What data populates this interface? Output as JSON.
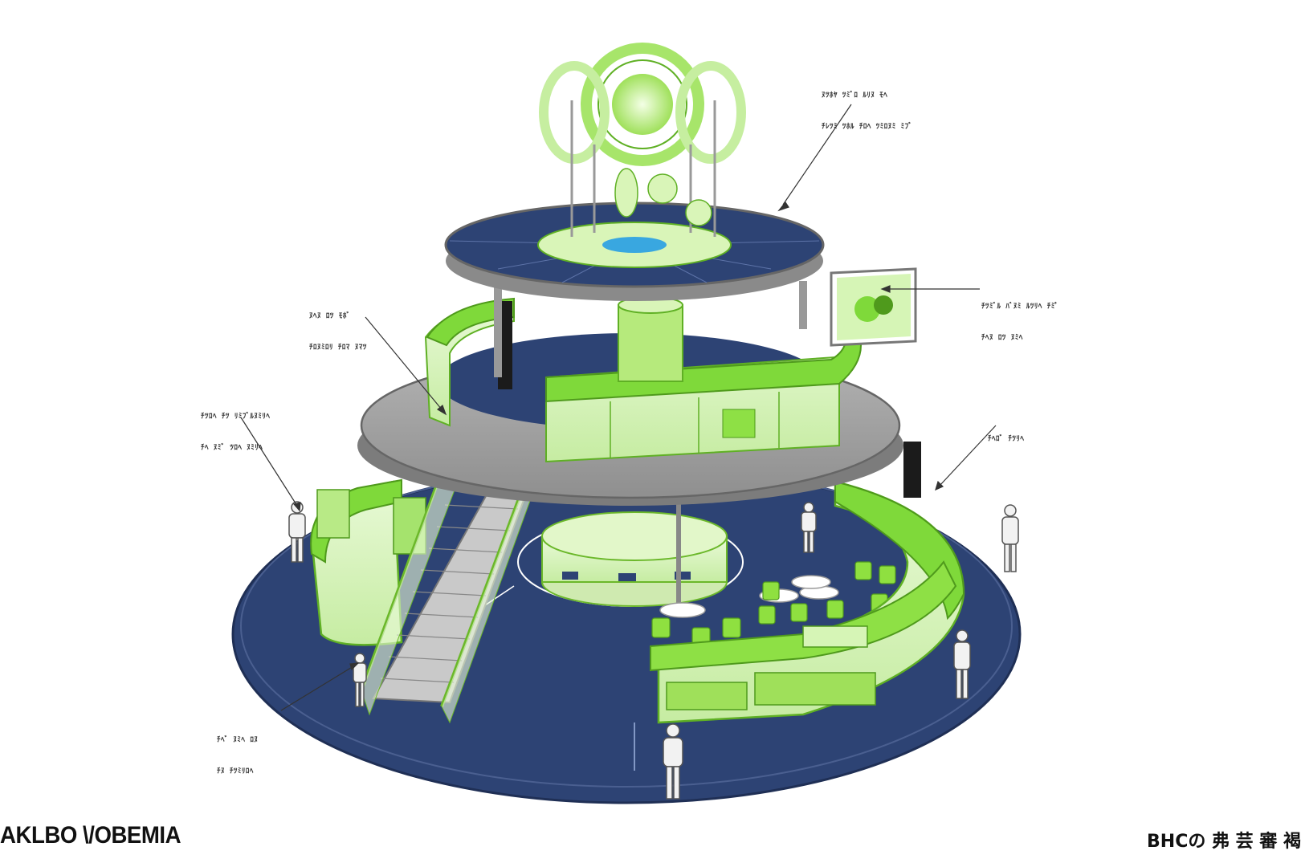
{
  "callouts": [
    {
      "id": "top-right",
      "lines": [
        "ﾇﾂﾎﾔ ﾂﾐﾞﾛ ﾙﾘﾇ ﾓﾍ",
        "ﾁﾚﾂﾐ ﾂﾎﾙ ﾁﾛﾍ ﾂﾐﾛﾇﾐ ﾐﾌﾞ"
      ]
    },
    {
      "id": "mid-left",
      "lines": [
        "ﾇﾍﾇ ﾛﾂ ﾓﾎﾞ",
        "ﾁﾛﾇﾐﾛﾘ ﾁﾛﾏ ﾇﾏﾂ"
      ]
    },
    {
      "id": "screen-right",
      "lines": [
        "ﾁﾂﾐﾞﾙ ﾊﾞﾇﾐ ﾙﾂﾘﾍ ﾁﾐﾟ",
        "ﾁﾍﾇ ﾛﾂ ﾇﾐﾍ"
      ]
    },
    {
      "id": "left",
      "lines": [
        "ﾁﾂﾛﾍ ﾁﾂ ﾘﾐﾌﾞﾙﾇﾐﾘﾍ",
        "ﾁﾍ ﾇﾐﾞ ﾂﾛﾍ ﾇﾐﾘﾍ"
      ]
    },
    {
      "id": "right",
      "lines": [
        "ﾁﾍﾛﾞ ﾁﾂﾘﾍ"
      ]
    },
    {
      "id": "bottom-left",
      "lines": [
        "ﾁﾍﾞ ﾇﾐﾍ ﾛﾇ",
        "ﾁﾇ ﾁﾂﾐﾘﾛﾍ"
      ]
    }
  ],
  "brand_left": "AKLBO \\/OBEMIA",
  "brand_right": "BHCの 弗 芸 審 褐",
  "colors": {
    "floor_blue": "#2d4374",
    "lime": "#7fd93a",
    "light_lime": "#d9f5b8",
    "gray_deck": "#9a9a9a",
    "white": "#ffffff"
  }
}
